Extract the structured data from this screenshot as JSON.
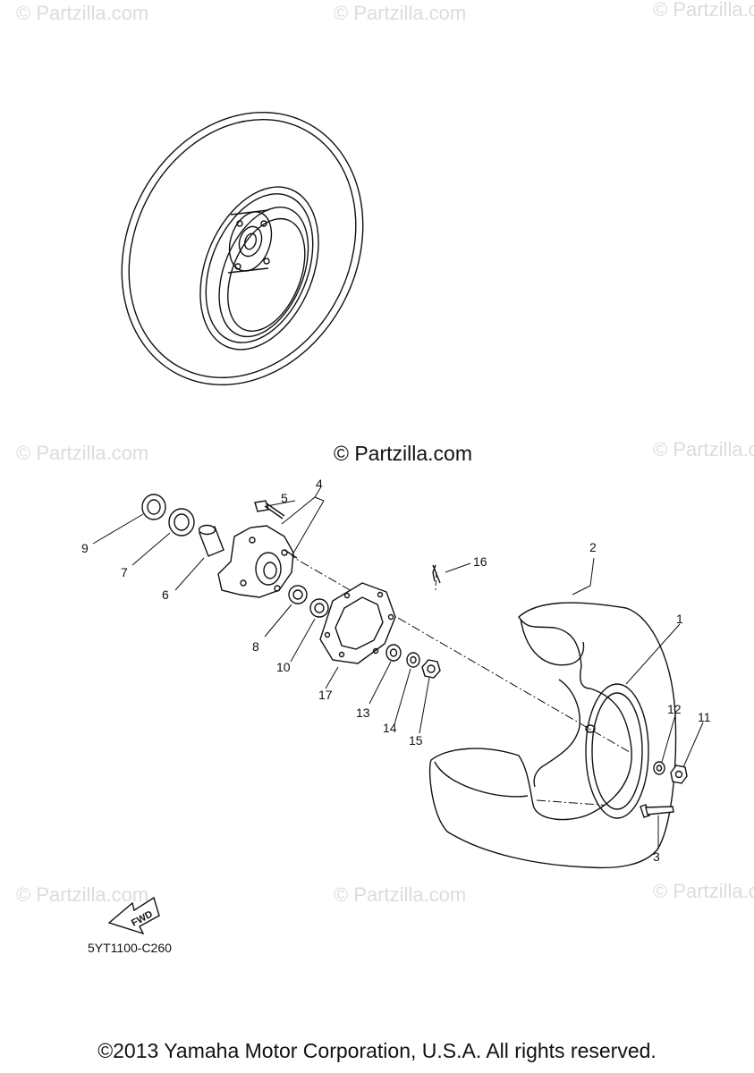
{
  "watermarks": {
    "text": "© Partzilla.com"
  },
  "center_watermark": "© Partzilla.com",
  "callouts": {
    "c1": "1",
    "c2": "2",
    "c3": "3",
    "c4": "4",
    "c5": "5",
    "c6": "6",
    "c7": "7",
    "c8": "8",
    "c9": "9",
    "c10": "10",
    "c11": "11",
    "c12": "12",
    "c13": "13",
    "c14": "14",
    "c15": "15",
    "c16": "16",
    "c17": "17"
  },
  "fwd_label": "FWD",
  "diagram_code": "5YT1100-C260",
  "copyright": "©2013 Yamaha Motor Corporation, U.S.A. All rights reserved."
}
